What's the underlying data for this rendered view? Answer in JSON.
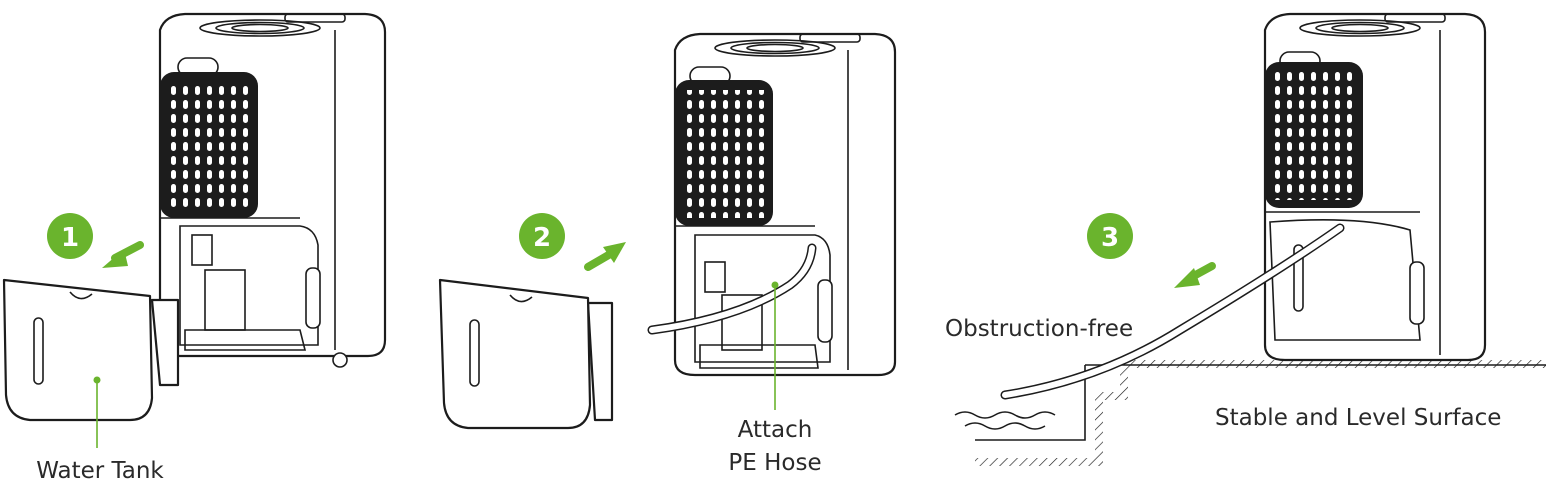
{
  "steps": [
    {
      "number": "1",
      "label": "Water Tank"
    },
    {
      "number": "2",
      "label_line1": "Attach",
      "label_line2": "PE Hose"
    },
    {
      "number": "3",
      "label_top": "Obstruction-free",
      "label_surface": "Stable and Level Surface"
    }
  ],
  "colors": {
    "accent": "#6ab42d",
    "line": "#1c1c1c",
    "text": "#2a2a2a"
  }
}
